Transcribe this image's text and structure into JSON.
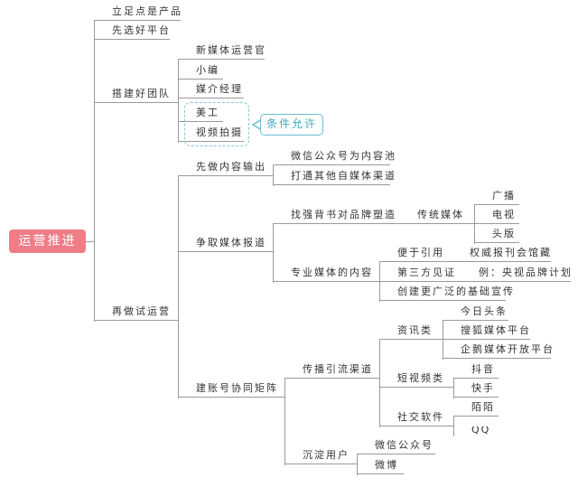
{
  "root": "运营推进",
  "callout": "条件允许",
  "colors": {
    "root": "#ef7c86",
    "callout": "#6bbdd0",
    "line": "#9a9a9a"
  },
  "level1": [
    "立足点是产品",
    "先选好平台",
    "搭建好团队",
    "再做试运营"
  ],
  "team": [
    "新媒体运营官",
    "小编",
    "媒介经理",
    "美工",
    "视频拍摄"
  ],
  "trial": {
    "content": {
      "label": "先做内容输出",
      "children": [
        "微信公众号为内容池",
        "打通其他自媒体渠道"
      ]
    },
    "media": {
      "label": "争取媒体报道",
      "endorse": {
        "label": "找强背书对品牌塑造",
        "sub": "传统媒体",
        "children": [
          "广播",
          "电视",
          "头版"
        ]
      },
      "pro": {
        "label": "专业媒体的内容",
        "children": [
          {
            "label": "便于引用",
            "note": "权威报刊会馆藏"
          },
          {
            "label": "第三方见证",
            "note": "例：央视品牌计划"
          },
          {
            "label": "创建更广泛的基础宣传"
          }
        ]
      }
    },
    "matrix": {
      "label": "建账号协同矩阵",
      "channels": {
        "label": "传播引流渠道",
        "news": {
          "label": "资讯类",
          "children": [
            "今日头条",
            "搜狐媒体平台",
            "企鹅媒体开放平台"
          ]
        },
        "video": {
          "label": "短视频类",
          "children": [
            "抖音",
            "快手"
          ]
        },
        "social": {
          "label": "社交软件",
          "children": [
            "陌陌",
            "QQ"
          ]
        }
      },
      "users": {
        "label": "沉淀用户",
        "children": [
          "微信公众号",
          "微博"
        ]
      }
    }
  }
}
